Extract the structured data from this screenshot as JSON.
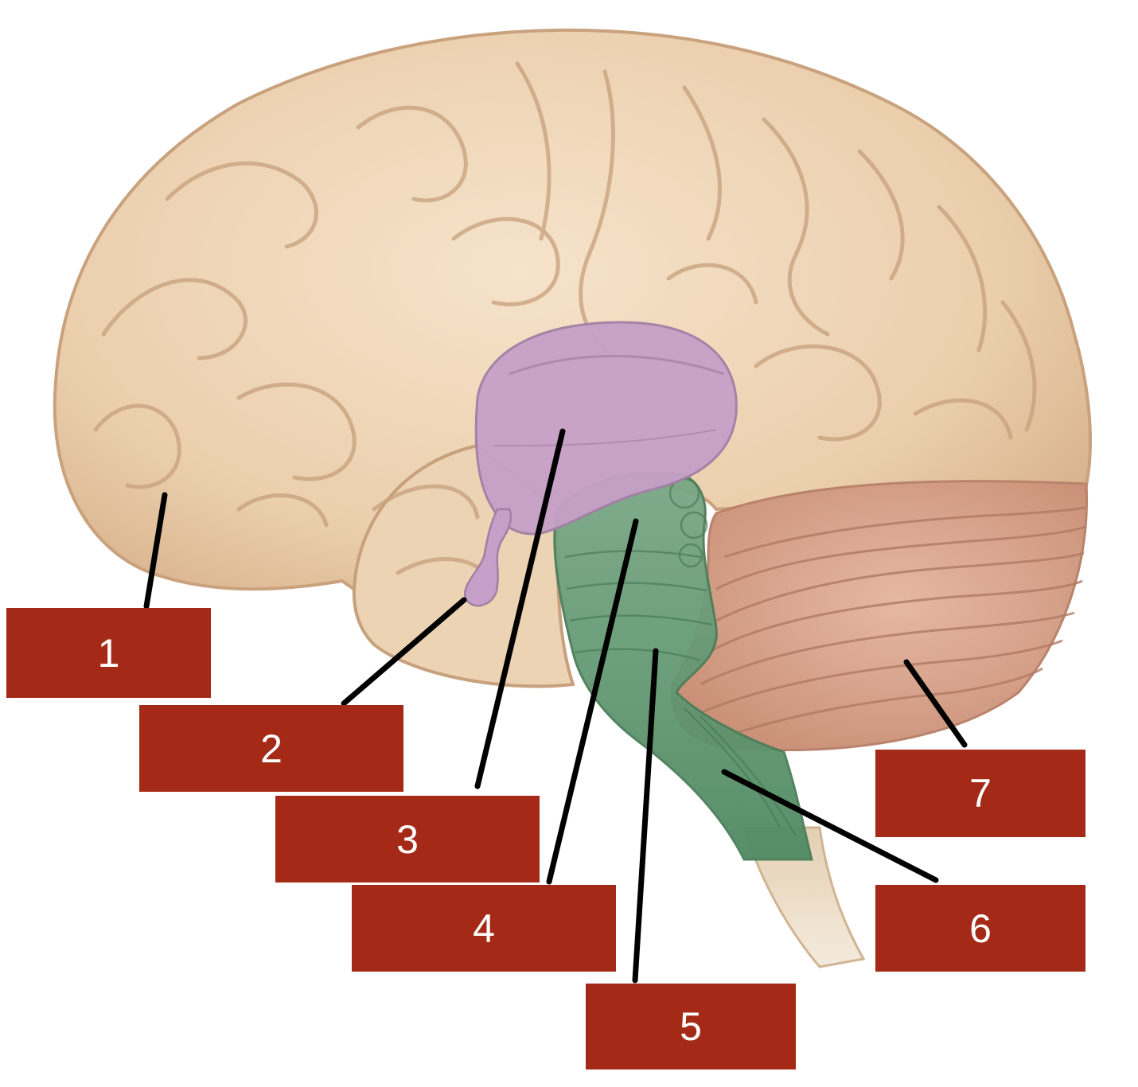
{
  "colors": {
    "label_fill": "#a42a17",
    "label_text": "#ffffff",
    "leader_line": "#000000",
    "cerebrum": "#ecd2b2",
    "cerebrum_fold": "#c7a07c",
    "diencephalon": "#c7a2c9",
    "brainstem": "#6b9c78",
    "cerebellum": "#d9a48c",
    "spinal_cord": "#dcc4a4"
  },
  "labels": [
    {
      "id": 1,
      "text": "1"
    },
    {
      "id": 2,
      "text": "2"
    },
    {
      "id": 3,
      "text": "3"
    },
    {
      "id": 4,
      "text": "4"
    },
    {
      "id": 5,
      "text": "5"
    },
    {
      "id": 6,
      "text": "6"
    },
    {
      "id": 7,
      "text": "7"
    }
  ]
}
